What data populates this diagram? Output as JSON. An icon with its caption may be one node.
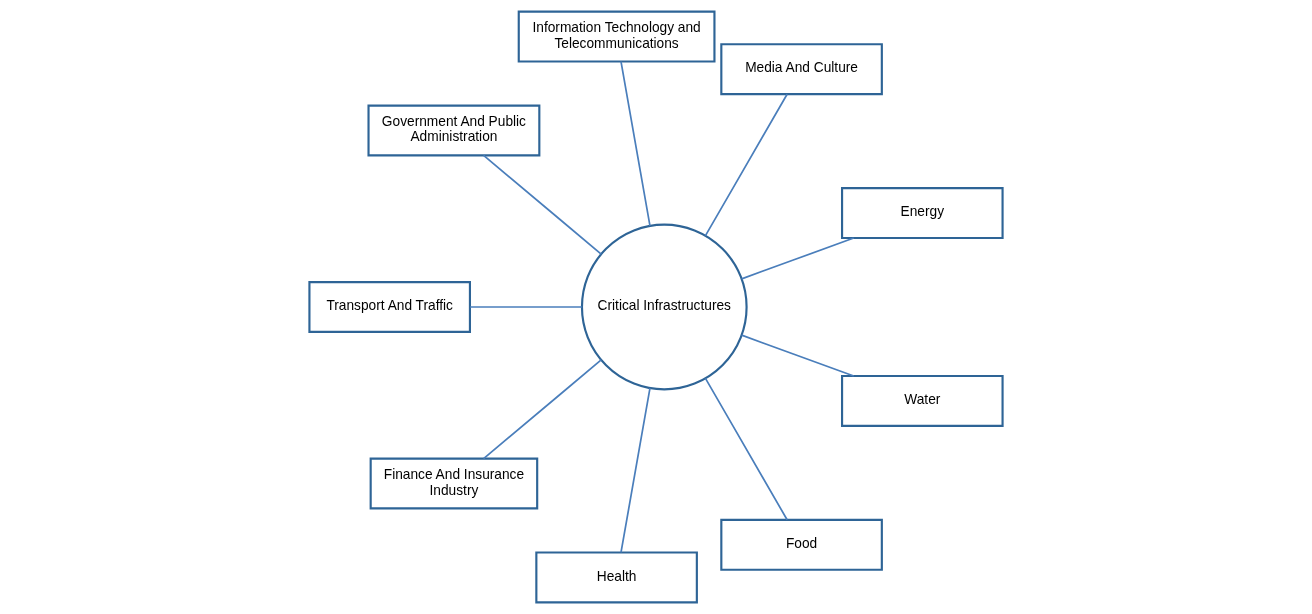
{
  "diagram": {
    "nodes": [
      {
        "text": [
          "Critical Infrastructures"
        ]
      },
      {
        "text": [
          "Energy"
        ]
      },
      {
        "text": [
          "Media And Culture"
        ]
      },
      {
        "text": [
          "Information Technology and Telecommunications"
        ]
      },
      {
        "text": [
          "Government And Public Administration"
        ]
      },
      {
        "text": [
          "Transport And Traffic"
        ]
      },
      {
        "text": [
          "Finance And Insurance Industry"
        ]
      },
      {
        "text": [
          "Health"
        ]
      },
      {
        "text": [
          "Food"
        ]
      },
      {
        "text": [
          "Water"
        ]
      }
    ],
    "edges": [
      {
        "from": 0,
        "to": 1,
        "arrow": "none"
      },
      {
        "from": 0,
        "to": 2,
        "arrow": "none"
      },
      {
        "from": 0,
        "to": 3,
        "arrow": "none"
      },
      {
        "from": 0,
        "to": 4,
        "arrow": "none"
      },
      {
        "from": 0,
        "to": 5,
        "arrow": "none"
      },
      {
        "from": 0,
        "to": 6,
        "arrow": "none"
      },
      {
        "from": 0,
        "to": 7,
        "arrow": "none"
      },
      {
        "from": 0,
        "to": 8,
        "arrow": "none"
      },
      {
        "from": 0,
        "to": 9,
        "arrow": "none"
      }
    ]
  }
}
